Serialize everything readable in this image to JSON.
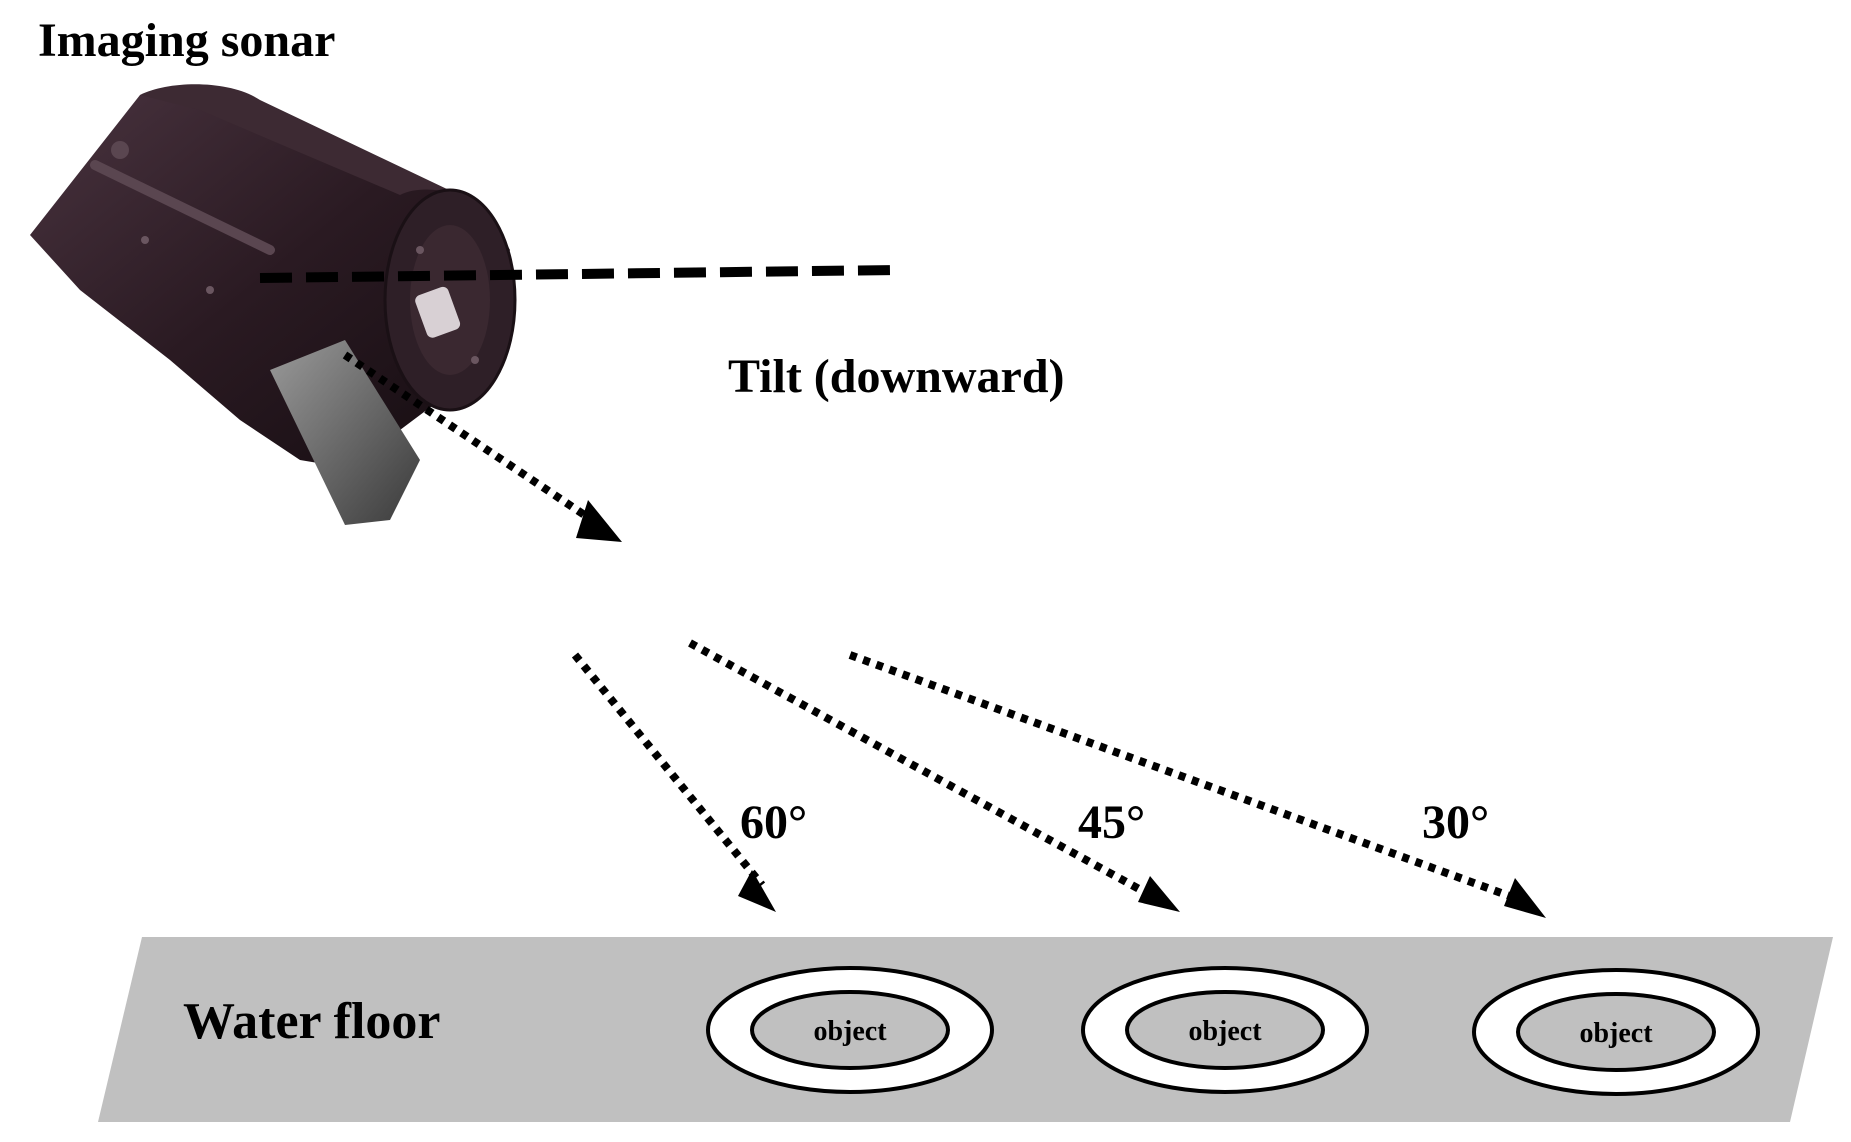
{
  "title": "Imaging sonar",
  "tilt_label": "Tilt (downward)",
  "floor_label": "Water floor",
  "angles": [
    {
      "label": "60°",
      "object_label": "object"
    },
    {
      "label": "45°",
      "object_label": "object"
    },
    {
      "label": "30°",
      "object_label": "object"
    }
  ],
  "colors": {
    "floor": "#c0c0c0",
    "sonar_body": "#2a1a22",
    "ring": "#ffffff",
    "line": "#000000"
  }
}
